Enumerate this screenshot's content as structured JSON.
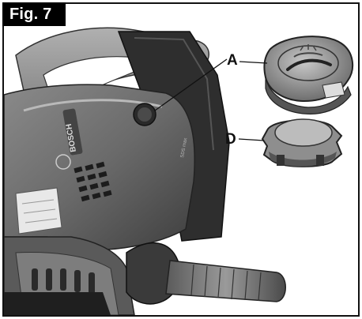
{
  "figure": {
    "label": "Fig. 7",
    "callouts": [
      {
        "id": "A",
        "letter": "A"
      },
      {
        "id": "D",
        "letter": "D"
      }
    ],
    "tool_brand_text": "BOSCH",
    "housing_text": "SDS max"
  }
}
